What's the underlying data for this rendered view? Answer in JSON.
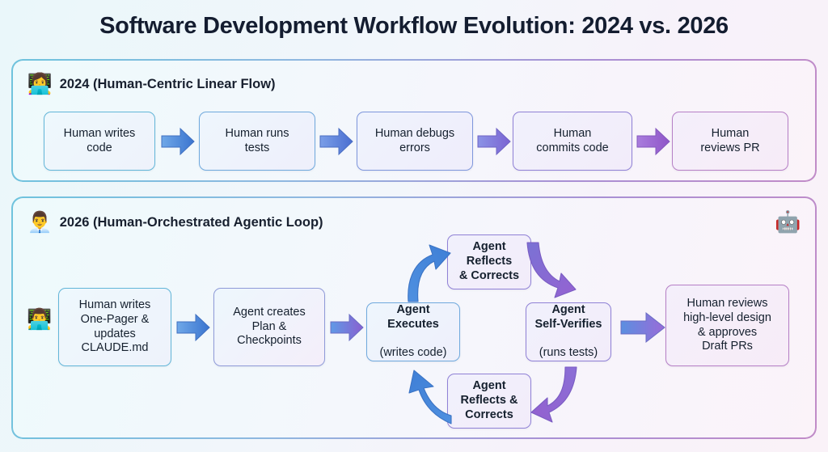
{
  "title": "Software Development Workflow Evolution: 2024 vs. 2026",
  "colors": {
    "title": "#141d30",
    "panel_border_start": "#6fc3dd",
    "panel_border_end": "#c18cc8",
    "arrow_blue": "#3e86d8",
    "arrow_purple": "#8a5fd0",
    "background_start": "#eaf7fa",
    "background_end": "#faf2f8"
  },
  "panels": [
    {
      "id": "2024",
      "icon": "person-with-laptop-icon",
      "icon_glyph": "👩‍💻",
      "heading": "2024 (Human-Centric Linear Flow)",
      "nodes": [
        {
          "label": "Human writes\ncode"
        },
        {
          "label": "Human runs\ntests"
        },
        {
          "label": "Human debugs\nerrors"
        },
        {
          "label": "Human\ncommits code"
        },
        {
          "label": "Human\nreviews PR"
        }
      ],
      "arrows": [
        "arrow-right",
        "arrow-right",
        "arrow-right",
        "arrow-right"
      ]
    },
    {
      "id": "2026",
      "icon": "person-with-gear-icon",
      "icon_glyph": "👨‍💼",
      "badge_icon": "robot-icon",
      "badge_glyph": "🤖",
      "heading": "2026 (Human-Orchestrated Agentic Loop)",
      "small_person_icon": "person-with-laptop-icon",
      "small_person_glyph": "👨‍💻",
      "nodes": {
        "human_input": "Human writes\nOne-Pager &\nupdates\nCLAUDE.md",
        "agent_plan": "Agent creates\nPlan &\nCheckpoints",
        "agent_execute_title": "Agent\nExecutes",
        "agent_execute_sub": "(writes code)",
        "agent_reflect_top": "Agent\nReflects\n& Corrects",
        "agent_verify_title": "Agent\nSelf-Verifies",
        "agent_verify_sub": "(runs tests)",
        "agent_reflect_bottom": "Agent\nReflects &\nCorrects",
        "human_review": "Human reviews\nhigh-level design\n& approves\nDraft PRs"
      },
      "arrows": [
        "arrow-right-blue",
        "arrow-right-blue-purple",
        "arrow-right-purple",
        "curved-arrow-up-left-blue",
        "curved-arrow-down-right-purple",
        "curved-arrow-down-left-purple",
        "curved-arrow-up-left-blue-bottom",
        "arrow-right-to-review"
      ]
    }
  ]
}
